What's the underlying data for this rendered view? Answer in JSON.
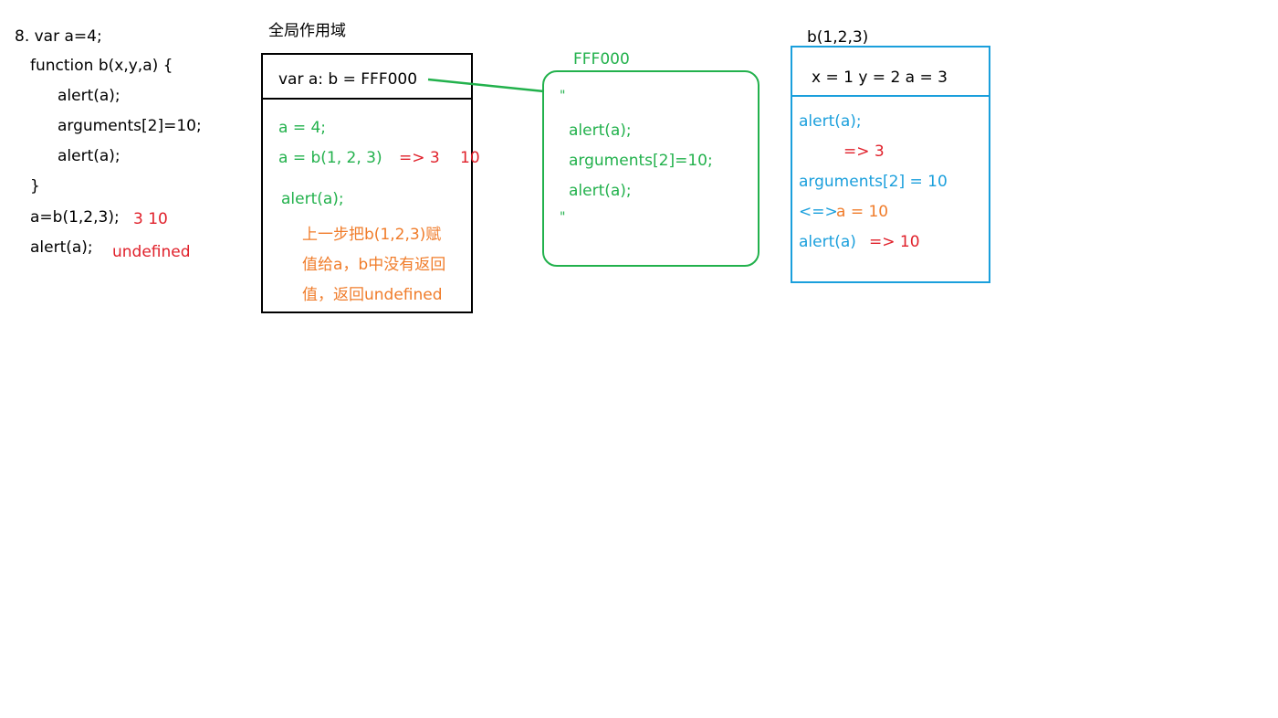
{
  "code": {
    "lines": [
      "8. var a=4;",
      "function b(x,y,a) {",
      "alert(a);",
      "arguments[2]=10;",
      "alert(a);",
      "}",
      "a=b(1,2,3);",
      "alert(a);"
    ],
    "output_first": "3  10",
    "output_second": "undefined"
  },
  "global_scope": {
    "title": "全局作用域",
    "vars": "var a:  b = FFF000",
    "step1": "a = 4;",
    "step2": "a = b(1, 2, 3)",
    "step2_result": "=> 3",
    "step2_result2": "10",
    "step3": "alert(a);",
    "note_line1": "上一步把b(1,2,3)赋",
    "note_line2": "值给a，b中没有返回",
    "note_line3": "值，返回undefined"
  },
  "function_object": {
    "address": "FFF000",
    "quote_open": "\"",
    "body_line1": "alert(a);",
    "body_line2": "arguments[2]=10;",
    "body_line3": "alert(a);",
    "quote_close": "\""
  },
  "call_scope": {
    "title": "b(1,2,3)",
    "params": "x = 1  y = 2  a = 3",
    "line1": "alert(a);",
    "line1_result": "=> 3",
    "line2": "arguments[2] = 10",
    "line3_prefix": "<=>",
    "line3_rest": "a = 10",
    "line4": "alert(a)",
    "line4_result": "=> 10"
  },
  "colors": {
    "text": "#000000",
    "result": "#e0202a",
    "global_code": "#22b14c",
    "note": "#f07c2a",
    "call_scope": "#1a9fdc",
    "function_border": "#22b14c"
  }
}
